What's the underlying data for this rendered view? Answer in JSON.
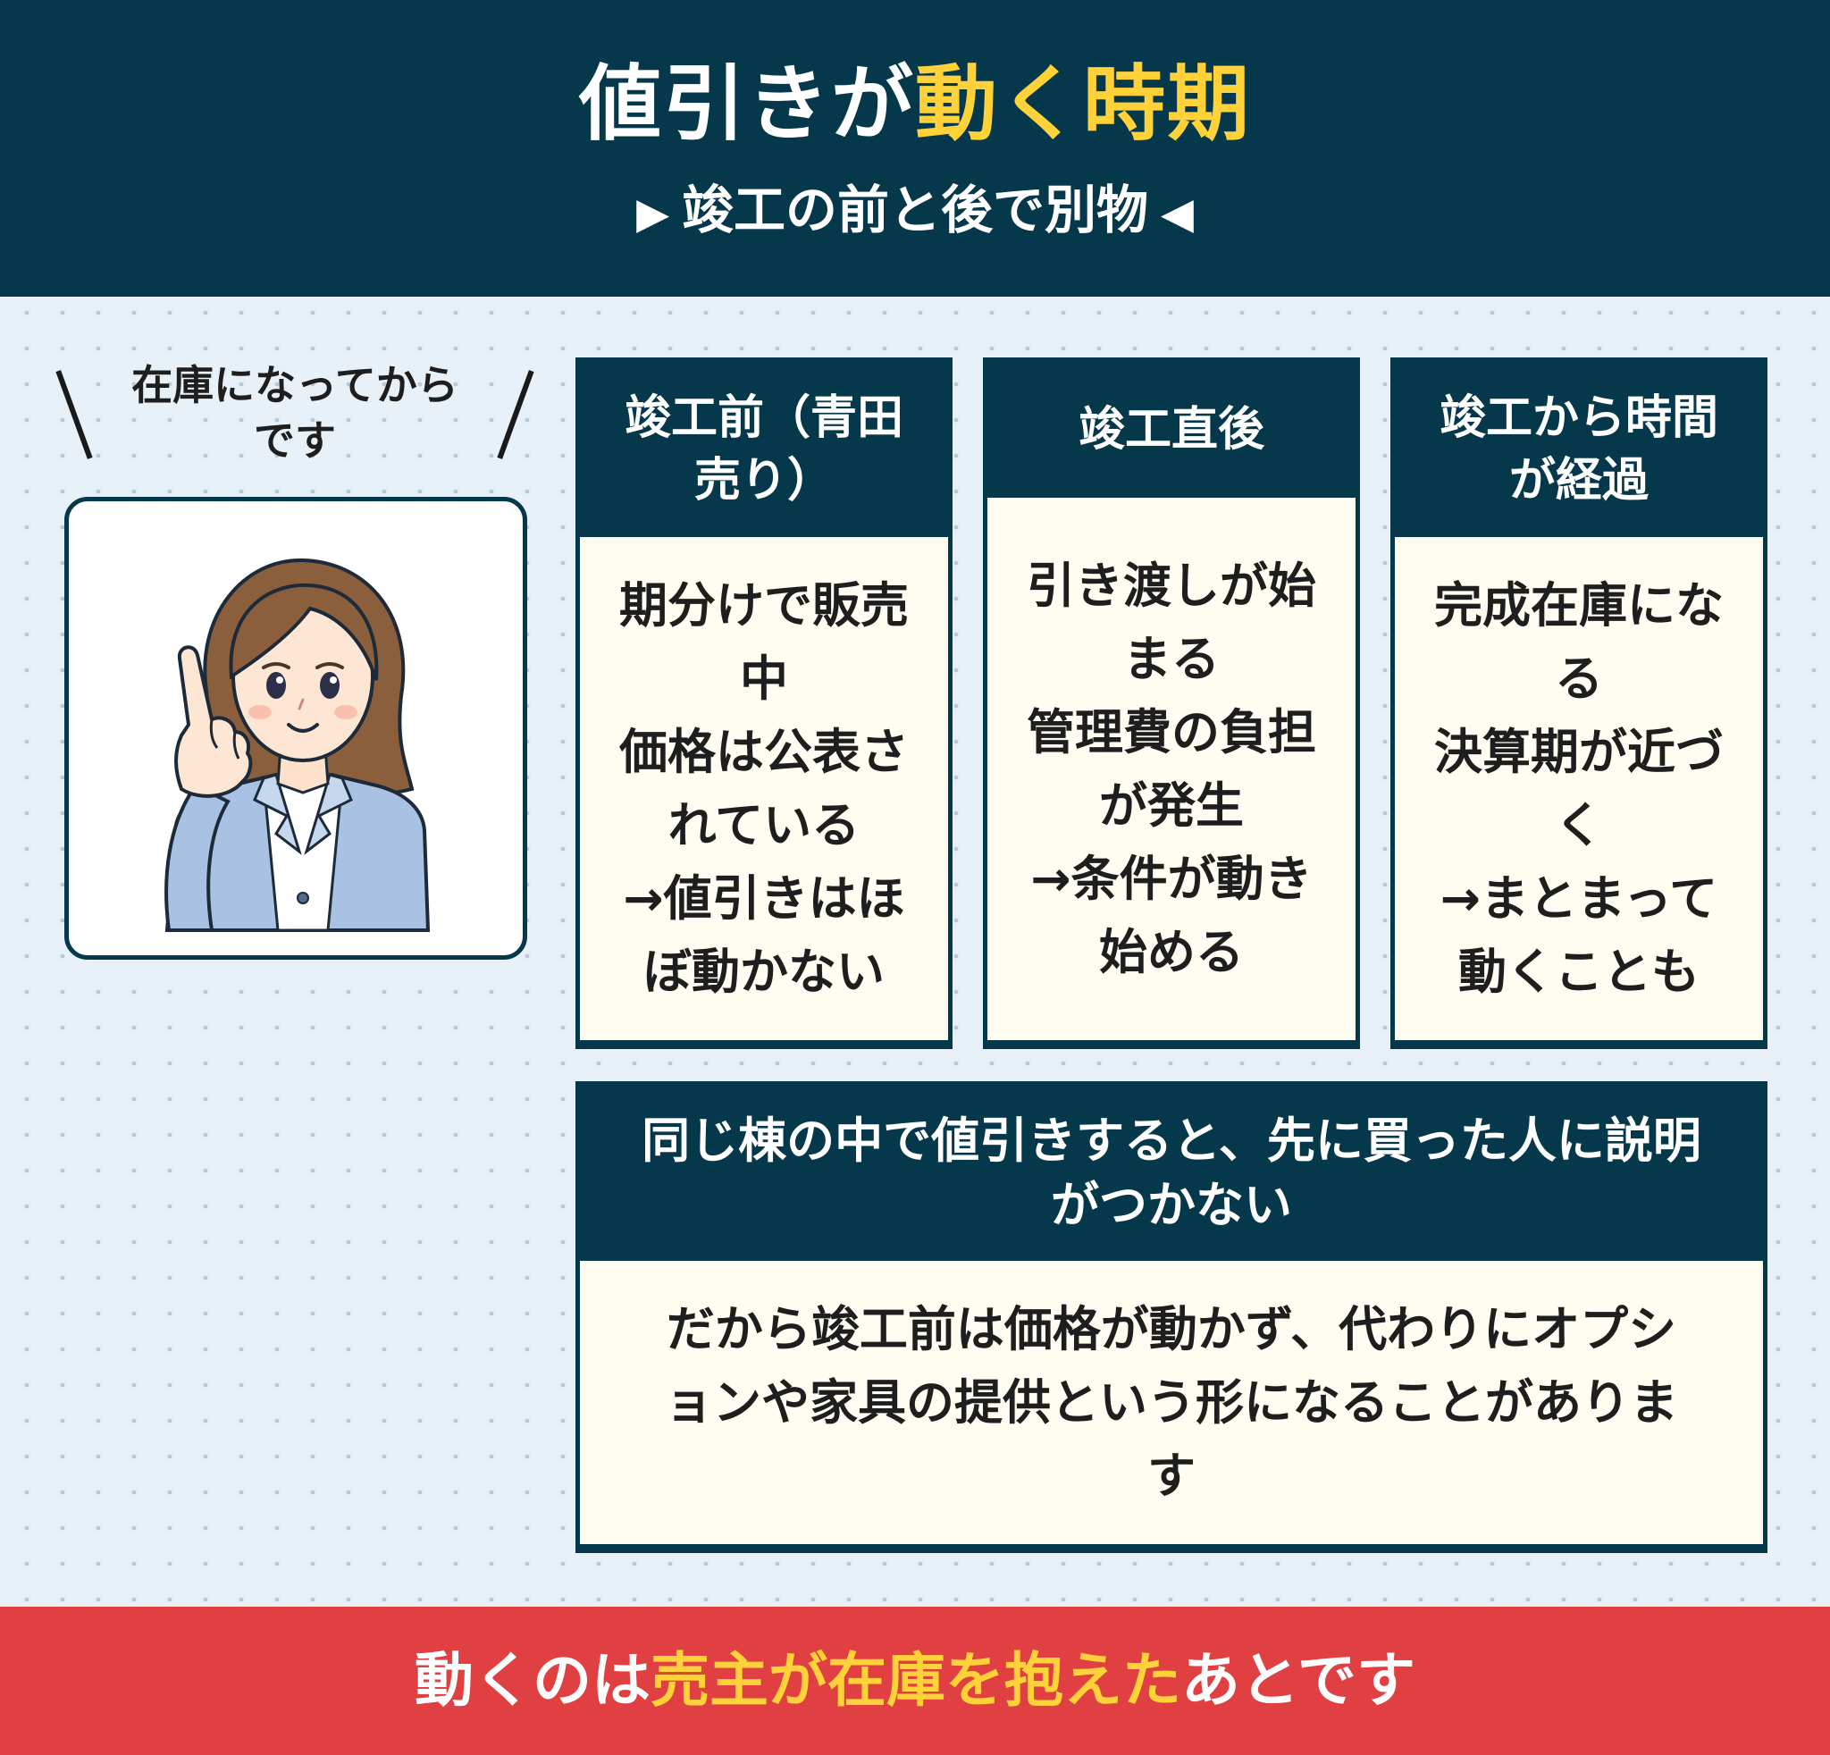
{
  "header": {
    "title_part1": "値引きが",
    "title_highlight": "動く時期",
    "subtitle_left_mark": "▶",
    "subtitle": "竣工の前と後で別物",
    "subtitle_right_mark": "◀"
  },
  "speech": {
    "line1": "在庫になってから",
    "line2": "です"
  },
  "columns": [
    {
      "title_lines": [
        "竣工前（青田",
        "売り）"
      ],
      "body_lines": [
        "期分けで販売",
        "中",
        "価格は公表さ",
        "れている",
        "→値引きはほ",
        "ぼ動かない"
      ]
    },
    {
      "title_lines": [
        "竣工直後"
      ],
      "body_lines": [
        "引き渡しが始",
        "まる",
        "管理費の負担",
        "が発生",
        "→条件が動き",
        "始める"
      ]
    },
    {
      "title_lines": [
        "竣工から時間",
        "が経過"
      ],
      "body_lines": [
        "完成在庫にな",
        "る",
        "決算期が近づ",
        "く",
        "→まとまって",
        "動くことも"
      ]
    }
  ],
  "note": {
    "title_lines": [
      "同じ棟の中で値引きすると、先に買った人に説明",
      "がつかない"
    ],
    "body_lines": [
      "だから竣工前は価格が動かず、代わりにオプシ",
      "ョンや家具の提供という形になることがありま",
      "す"
    ]
  },
  "footer": {
    "part1": "動くのは",
    "highlight": "売主が在庫を抱えた",
    "part2": "あとです"
  },
  "colors": {
    "navy": "#05384b",
    "yellow": "#ffd23a",
    "red": "#e04041",
    "cream": "#fffdf1",
    "background": "#e8f1f8"
  },
  "icons": {
    "avatar": "woman-pointing-illustration"
  }
}
